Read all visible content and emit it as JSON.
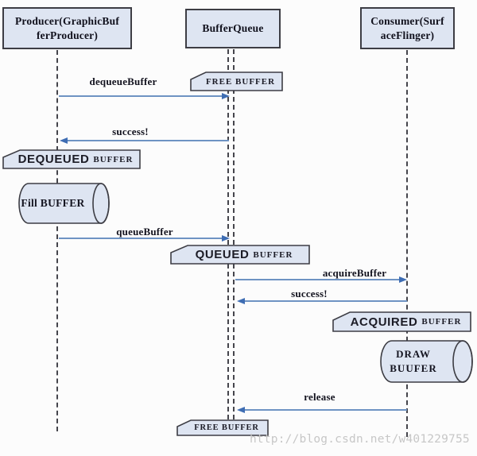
{
  "actors": {
    "producer": {
      "line1": "Producer(GraphicBuf",
      "line2": "ferProducer)"
    },
    "bufferqueue": {
      "label": "BufferQueue"
    },
    "consumer": {
      "line1": "Consumer(Surf",
      "line2": "aceFlinger)"
    }
  },
  "messages": {
    "dequeue": "dequeueBuffer",
    "success1": "success!",
    "queue": "queueBuffer",
    "acquire": "acquireBuffer",
    "success2": "success!",
    "release": "release"
  },
  "states": {
    "free1": "FREE BUFFER",
    "dequeued_word": "DEQUEUED",
    "dequeued_suffix": "BUFFER",
    "queued_word": "QUEUED",
    "queued_suffix": "BUFFER",
    "acquired_word": "ACQUIRED",
    "acquired_suffix": "BUFFER",
    "free2": "FREE BUFFER"
  },
  "activities": {
    "fill": "Fill BUFFER",
    "draw_line1": "DRAW",
    "draw_line2": "BUUFER"
  },
  "watermark": "http://blog.csdn.net/w401229755",
  "colors": {
    "shape_fill": "#dee5f2",
    "shape_border": "#3d3d44",
    "lifeline": "#45454c",
    "arrow_line": "#6e93c3",
    "arrow_head": "#3e6db3",
    "text": "#12121e",
    "watermark": "#c7c7c7"
  }
}
